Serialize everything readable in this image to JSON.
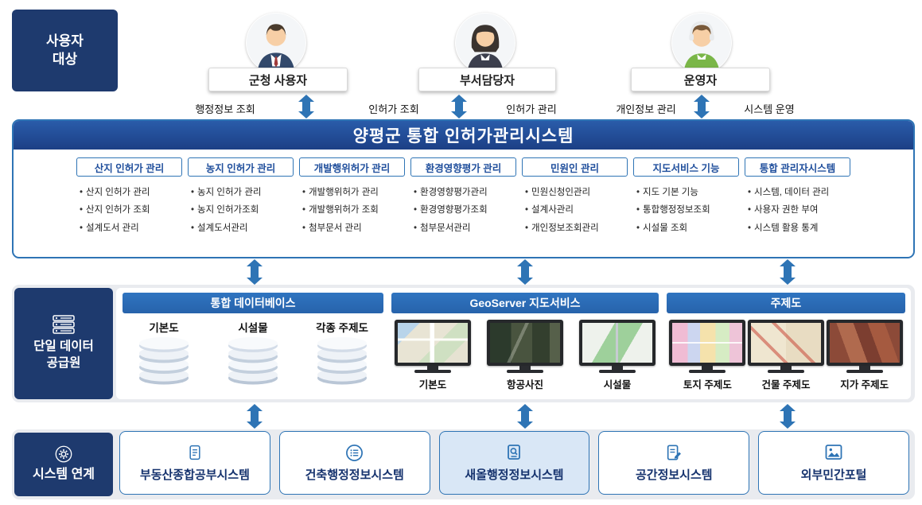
{
  "colors": {
    "navy": "#1e3a6e",
    "blue": "#2e74b5",
    "header_blue": "#1f4e9c",
    "section_bg": "#e9ebef",
    "highlight_bg": "#d9e7f6"
  },
  "users_section": {
    "label": "사용자\n대상",
    "users": [
      {
        "name": "군청 사용자",
        "icon": "male-officer-avatar"
      },
      {
        "name": "부서담당자",
        "icon": "female-staff-avatar"
      },
      {
        "name": "운영자",
        "icon": "operator-avatar"
      }
    ],
    "flows": [
      "행정정보 조회",
      "인허가 조회",
      "인허가 관리",
      "개인정보 관리",
      "시스템 운영"
    ]
  },
  "main_system": {
    "title": "양평군 통합 인허가관리시스템",
    "modules": [
      {
        "title": "산지 인허가 관리",
        "items": [
          "산지 인허가 관리",
          "산지 인허가 조회",
          "설계도서 관리"
        ]
      },
      {
        "title": "농지 인허가 관리",
        "items": [
          "농지 인허가 관리",
          "농지 인허가조회",
          "설계도서관리"
        ]
      },
      {
        "title": "개발행위허가 관리",
        "items": [
          "개발행위허가 관리",
          "개발행위허가 조회",
          "첨부문서 관리"
        ]
      },
      {
        "title": "환경영향평가 관리",
        "items": [
          "환경영향평가관리",
          "환경영향평가조회",
          "첨부문서관리"
        ]
      },
      {
        "title": "민원인 관리",
        "items": [
          "민원신청인관리",
          "설계사관리",
          "개인정보조회관리"
        ]
      },
      {
        "title": "지도서비스 기능",
        "items": [
          "지도 기본 기능",
          "통합행정정보조회",
          "시설물 조회"
        ]
      },
      {
        "title": "통합 관리자시스템",
        "items": [
          "시스템, 데이터 관리",
          "사용자 권한 부여",
          "시스템 활용 통계"
        ]
      }
    ]
  },
  "data_section": {
    "label": "단일 데이터\n공급원",
    "database": {
      "title": "통합 데이터베이스",
      "items": [
        "기본도",
        "시설물",
        "각종 주제도"
      ]
    },
    "geoserver": {
      "title": "GeoServer 지도서비스",
      "items": [
        "기본도",
        "항공사진",
        "시설물"
      ]
    },
    "thematic": {
      "title": "주제도",
      "items": [
        "토지 주제도",
        "건물 주제도",
        "지가 주제도"
      ]
    }
  },
  "linkage_section": {
    "label": "시스템 연계",
    "systems": [
      {
        "name": "부동산종합공부시스템",
        "icon": "document-icon"
      },
      {
        "name": "건축행정정보시스템",
        "icon": "list-circle-icon"
      },
      {
        "name": "새올행정정보시스템",
        "icon": "monitor-search-icon"
      },
      {
        "name": "공간정보시스템",
        "icon": "document-edit-icon"
      },
      {
        "name": "외부민간포털",
        "icon": "image-icon"
      }
    ]
  },
  "icons": [
    "server-icon",
    "gear-icon",
    "database-icon",
    "monitor-icon",
    "document-icon",
    "list-circle-icon",
    "monitor-search-icon",
    "document-edit-icon",
    "image-icon"
  ]
}
